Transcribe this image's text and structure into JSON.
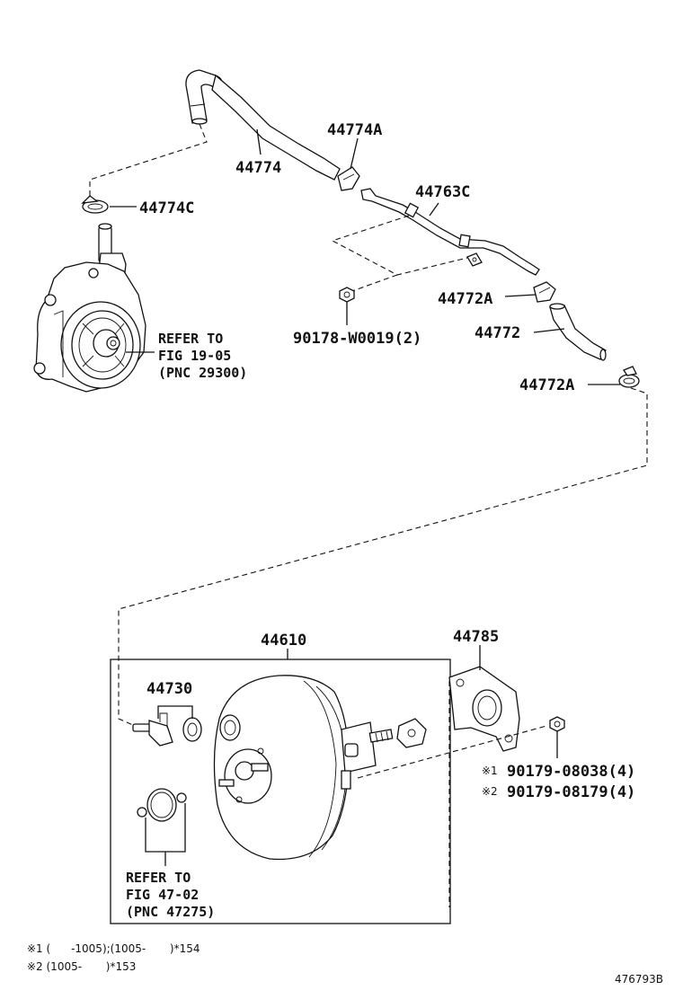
{
  "diagram": {
    "callouts": {
      "p44774": "44774",
      "p44774A": "44774A",
      "p44774C": "44774C",
      "p44763C": "44763C",
      "p90178": "90178-W0019(2)",
      "p44772A_top": "44772A",
      "p44772": "44772",
      "p44772A_bottom": "44772A",
      "p44610": "44610",
      "p44785": "44785",
      "p44730": "44730",
      "p90179_1": "90179-08038(4)",
      "p90179_2": "90179-08179(4)",
      "mark1": "※1",
      "mark2": "※2"
    },
    "ref_pump": {
      "line1": "REFER TO",
      "line2": "FIG 19-05",
      "line3": "(PNC 29300)"
    },
    "ref_seal": {
      "line1": "REFER TO",
      "line2": "FIG 47-02",
      "line3": "(PNC 47275)"
    },
    "footnotes": {
      "note1": "※1 (      -1005);(1005-       )*154",
      "note2": "※2 (1005-       )*153"
    },
    "figure_id": "476793B"
  }
}
